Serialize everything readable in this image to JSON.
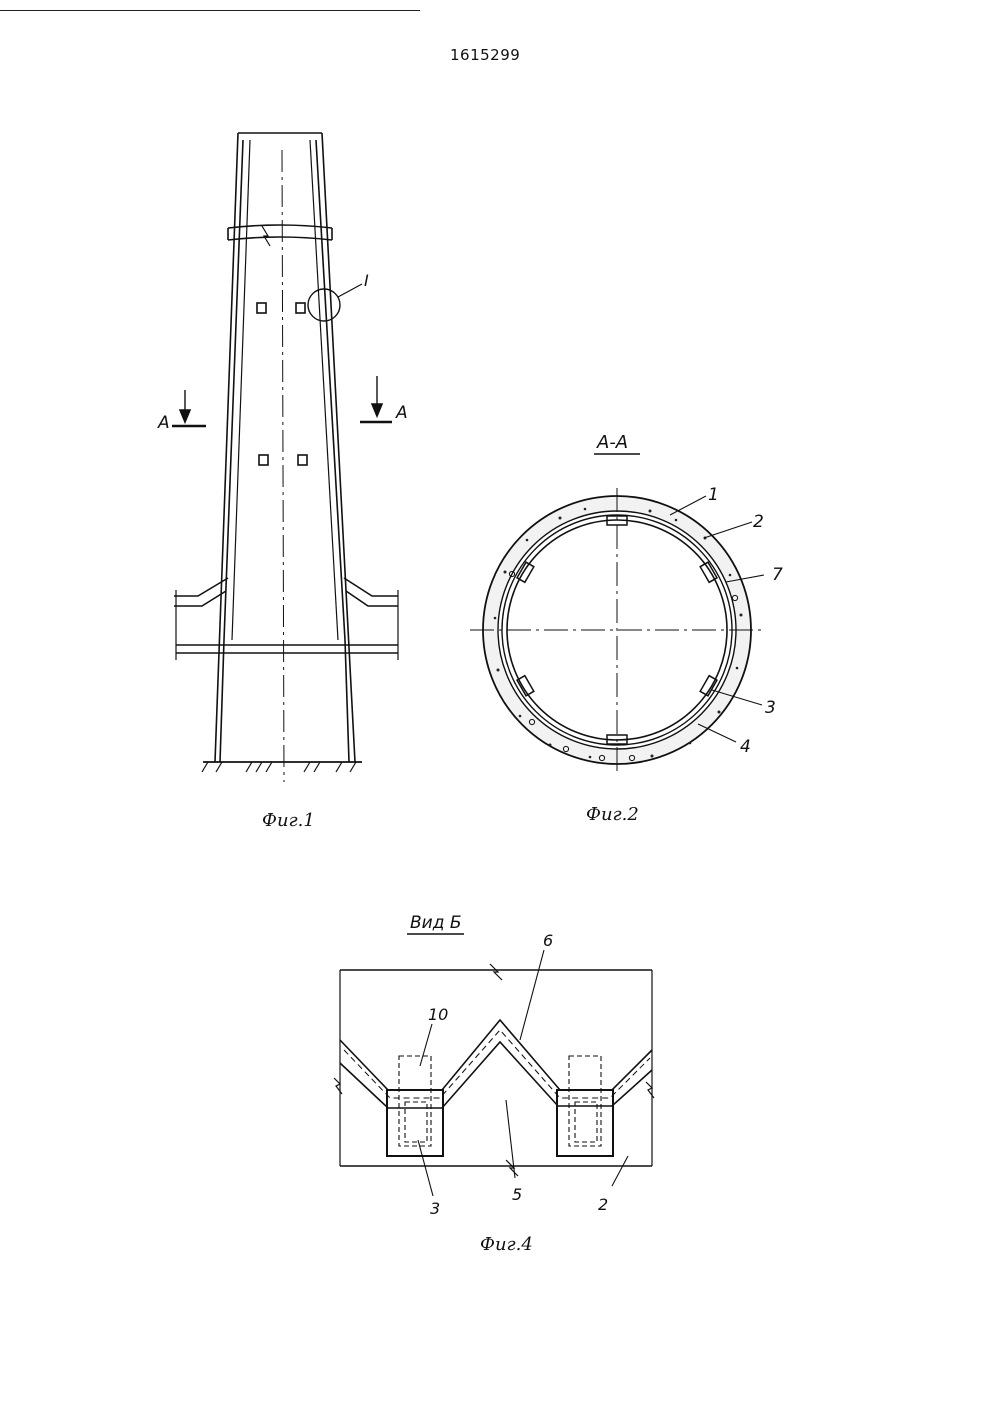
{
  "document": {
    "patent_number": "1615299"
  },
  "fig1": {
    "caption": "Фиг.1",
    "section_mark_left": "A",
    "section_mark_right": "A",
    "detail_mark": "I"
  },
  "fig2": {
    "title": "A-A",
    "caption": "Фиг.2",
    "callouts": [
      "1",
      "2",
      "7",
      "3",
      "4"
    ]
  },
  "fig4": {
    "title": "Вид Б",
    "caption": "Фиг.4",
    "callouts": [
      "10",
      "6",
      "3",
      "5",
      "2"
    ]
  }
}
